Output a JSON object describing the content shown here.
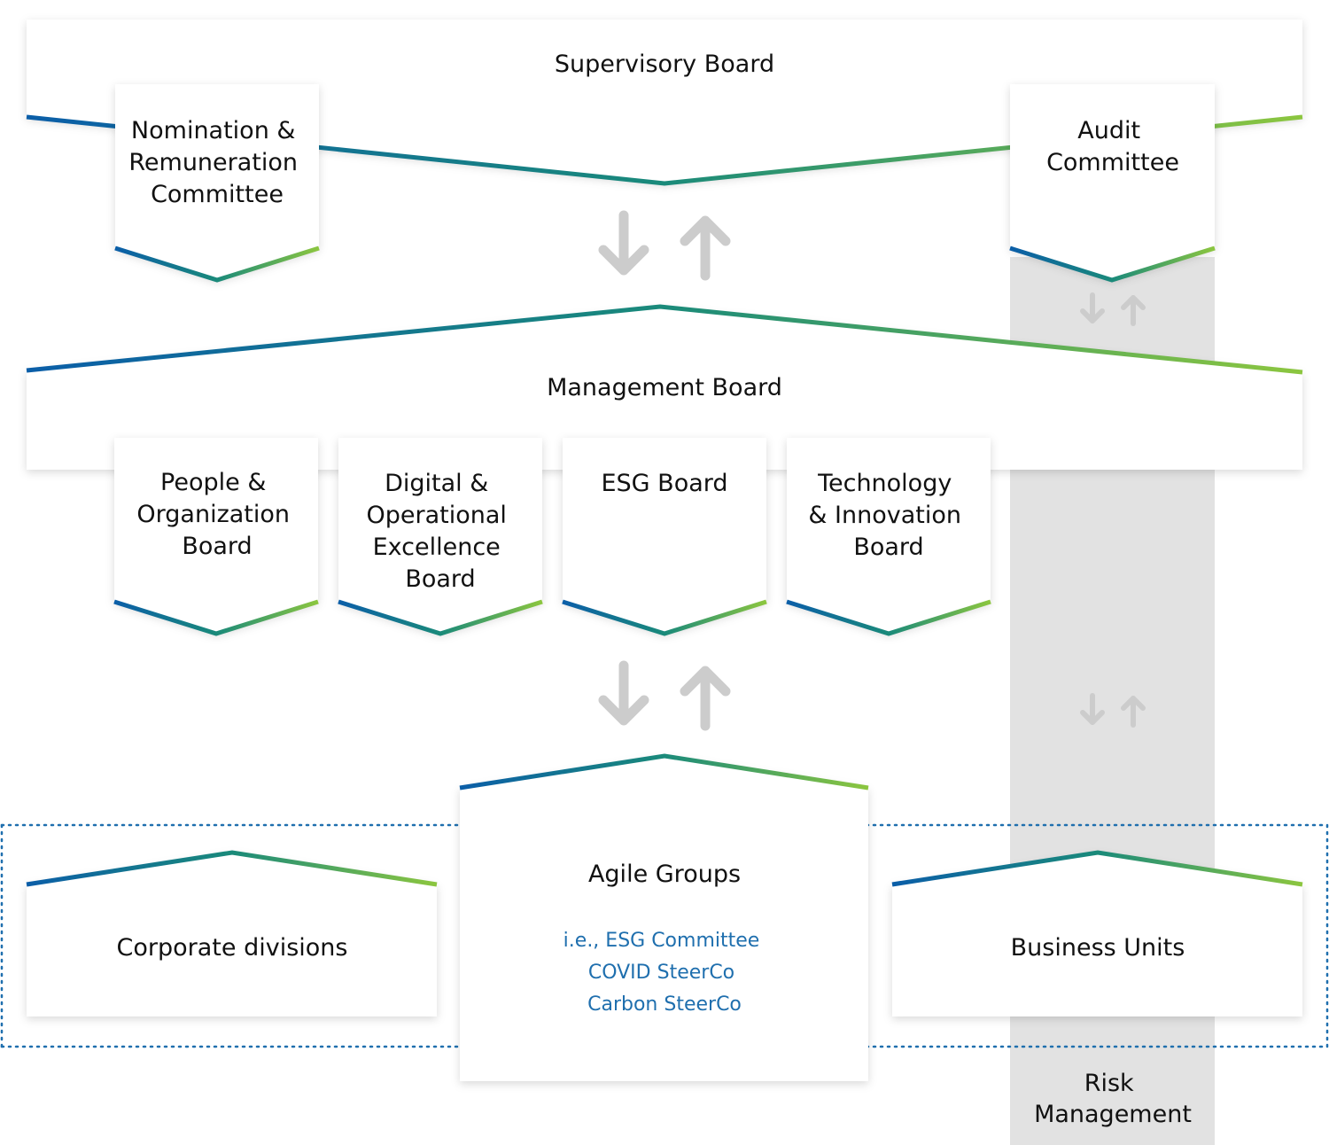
{
  "supervisory_board": {
    "title": "Supervisory Board",
    "nomination_committee": [
      "Nomination &",
      "Remuneration",
      "Committee"
    ],
    "audit_committee": [
      "Audit",
      "Committee"
    ]
  },
  "management_board": {
    "title": "Management Board",
    "boards": {
      "people": [
        "People &",
        "Organization",
        "Board"
      ],
      "digital": [
        "Digital &",
        "Operational",
        "Excellence",
        "Board"
      ],
      "esg": [
        "ESG Board"
      ],
      "technology": [
        "Technology",
        "& Innovation",
        "Board"
      ]
    }
  },
  "agile_groups": {
    "title": "Agile Groups",
    "examples": [
      "i.e., ESG Committee",
      "COVID SteerCo",
      "Carbon SteerCo"
    ]
  },
  "corporate_divisions": {
    "title": "Corporate divisions"
  },
  "business_units": {
    "title": "Business Units"
  },
  "risk_management": {
    "title": [
      "Risk",
      "Management"
    ]
  },
  "colors": {
    "gradient_start": "#0b5ea8",
    "gradient_mid": "#1a8a7a",
    "gradient_end": "#8cc63f",
    "arrow": "#cccccc",
    "risk_column": "#e2e2e2",
    "sub_text": "#1f6fae"
  },
  "icons": [
    "arrow-down-icon",
    "arrow-up-icon"
  ]
}
